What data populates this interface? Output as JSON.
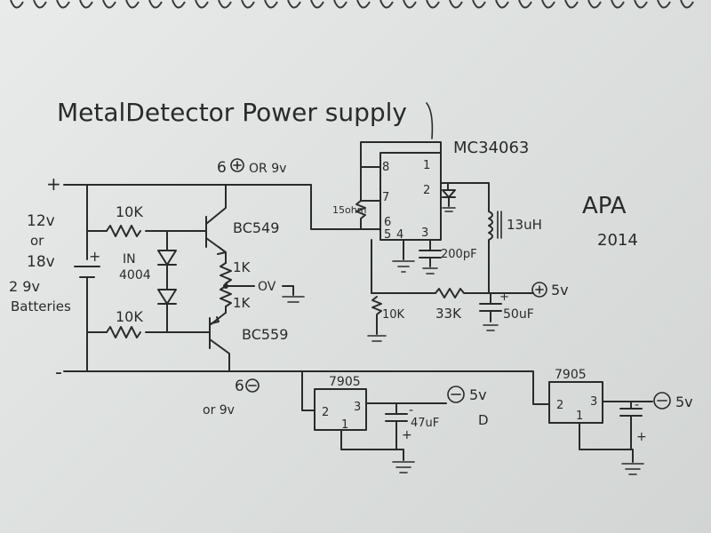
{
  "title": "MetalDetector Power supply",
  "author": "APA",
  "year": "2014",
  "battery": {
    "plus": "+",
    "minus": "-",
    "cell_plus": "+",
    "voltage_1": "12v",
    "or_1": "or",
    "voltage_2": "18v",
    "count": "2 9v",
    "word": "Batteries"
  },
  "rail_pos": {
    "label": "6",
    "suffix": "OR 9v"
  },
  "rail_neg": {
    "label": "6",
    "suffix": "or 9v"
  },
  "components": {
    "r_top": "10K",
    "r_bot": "10K",
    "diode_type_1": "IN",
    "diode_type_2": "4004",
    "q_npn": "BC549",
    "q_pnp": "BC559",
    "r_1k_top": "1K",
    "r_1k_bot": "1K",
    "ov_label": "OV",
    "ic": "MC34063",
    "pin1": "1",
    "pin2": "2",
    "pin3": "3",
    "pin5": "5",
    "pin4": "4",
    "pin6": "6",
    "pin7": "7",
    "pin8": "8",
    "r_sense": "15ohm",
    "cap_timing": "200pF",
    "inductor": "13uH",
    "r_fb_low": "10K",
    "r_fb_high": "33K",
    "cap_out": "50uF",
    "cap_out_plus": "+",
    "out_pos": "5v"
  },
  "reg_left": {
    "part": "7905",
    "pin2": "2",
    "pin3": "3",
    "pin1": "1",
    "cap": "47uF",
    "cap_plus": "+",
    "cap_minus": "-",
    "out": "5v",
    "extra": "D"
  },
  "reg_right": {
    "part": "7905",
    "pin2": "2",
    "pin3": "3",
    "pin1": "1",
    "cap_plus": "+",
    "cap_minus": "-",
    "out": "5v"
  },
  "colors": {
    "ink": "#2a2a2a",
    "paper": "#e2e5e4"
  }
}
